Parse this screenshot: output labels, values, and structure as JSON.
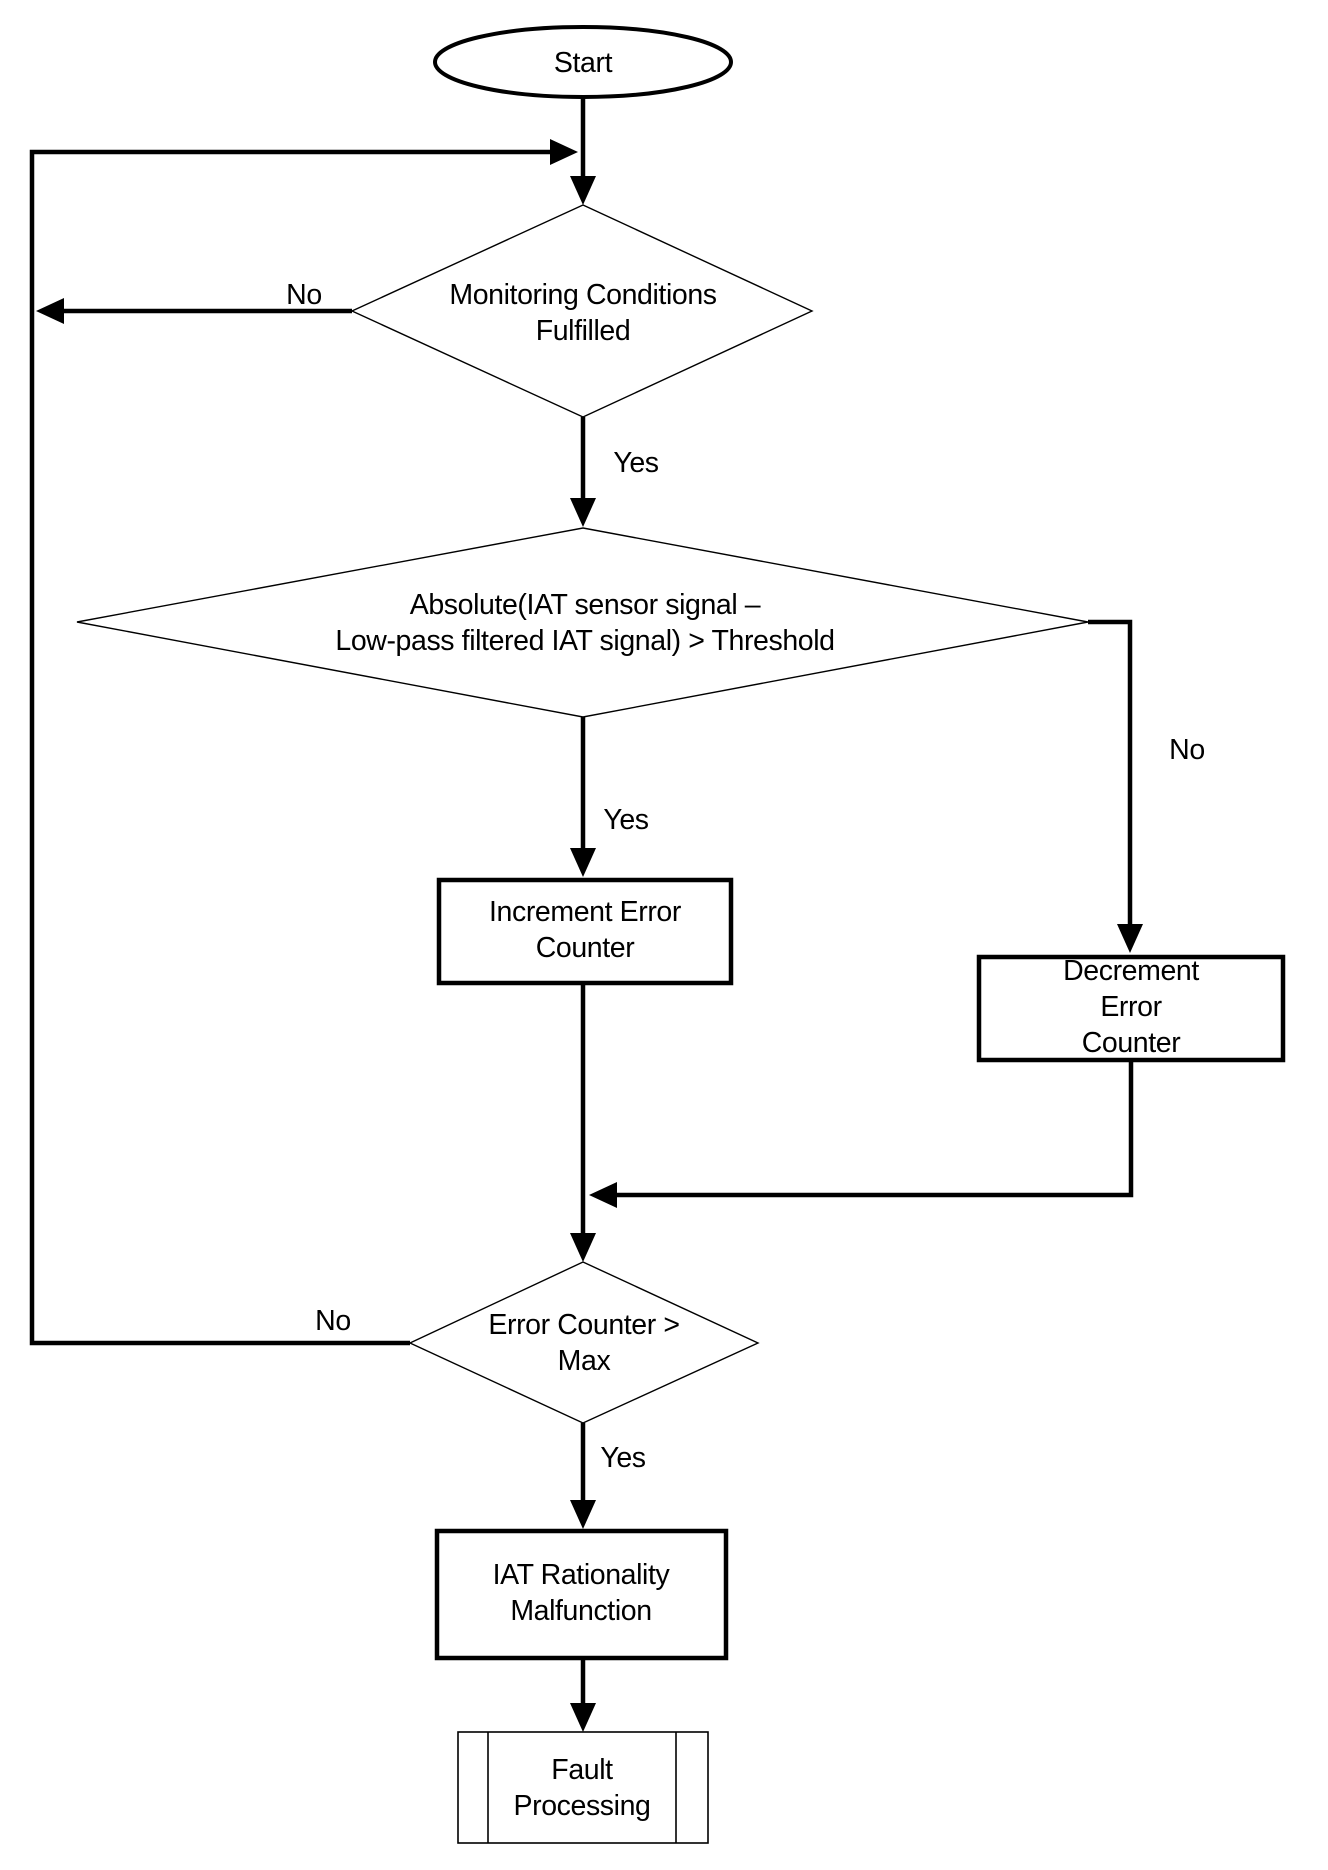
{
  "flowchart": {
    "colors": {
      "stroke": "#000000",
      "background": "#ffffff"
    },
    "nodes": {
      "start": {
        "type": "terminator",
        "label": "Start"
      },
      "monitoring_decision": {
        "type": "decision",
        "label": "Monitoring Conditions\nFulfilled"
      },
      "threshold_decision": {
        "type": "decision",
        "label": "Absolute(IAT sensor signal –\nLow-pass filtered IAT signal) > Threshold"
      },
      "increment_process": {
        "type": "process",
        "label": "Increment Error\nCounter"
      },
      "decrement_process": {
        "type": "process",
        "label": "Decrement Error\nCounter"
      },
      "counter_decision": {
        "type": "decision",
        "label": "Error Counter >\nMax"
      },
      "malfunction_process": {
        "type": "process",
        "label": "IAT Rationality\nMalfunction"
      },
      "fault_process": {
        "type": "predefined-process",
        "label": "Fault\nProcessing"
      }
    },
    "edge_labels": {
      "monitoring_no": "No",
      "monitoring_yes": "Yes",
      "threshold_no": "No",
      "threshold_yes": "Yes",
      "counter_no": "No",
      "counter_yes": "Yes"
    }
  }
}
